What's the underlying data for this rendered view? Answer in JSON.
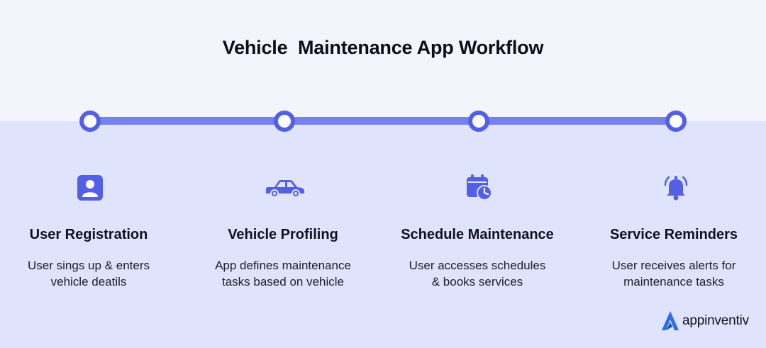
{
  "title": "Vehicle  Maintenance App Workflow",
  "steps": [
    {
      "icon": "user-card-icon",
      "title": "User Registration",
      "desc_line1": "User sings up & enters",
      "desc_line2": "vehicle deatils"
    },
    {
      "icon": "car-icon",
      "title": "Vehicle Profiling",
      "desc_line1": "App defines maintenance",
      "desc_line2": "tasks based on vehicle"
    },
    {
      "icon": "calendar-clock-icon",
      "title": "Schedule Maintenance",
      "desc_line1": "User accesses schedules",
      "desc_line2": "& books services"
    },
    {
      "icon": "bell-icon",
      "title": "Service Reminders",
      "desc_line1": "User receives alerts for",
      "desc_line2": "maintenance tasks"
    }
  ],
  "brand": {
    "name": "appinventiv"
  },
  "colors": {
    "accent": "#5360e6",
    "line": "#7682ee",
    "band": "#e0e3fc",
    "background": "#f4f4fd"
  }
}
